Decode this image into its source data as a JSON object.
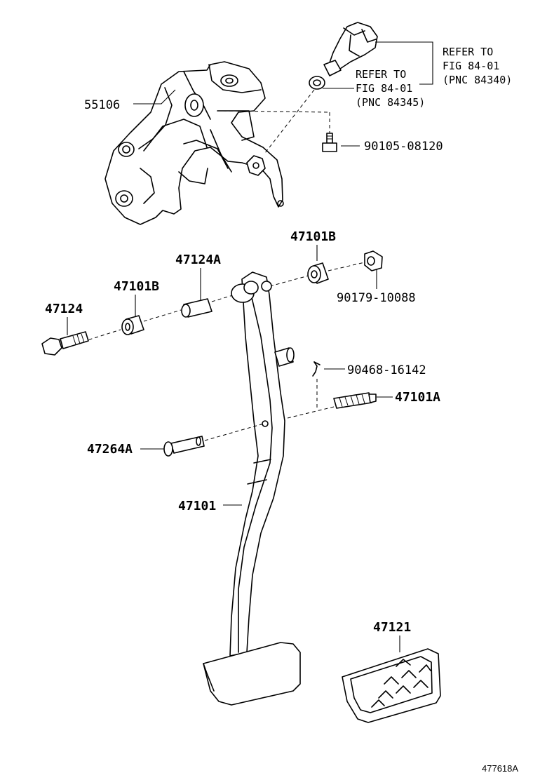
{
  "labels": {
    "bracket": "55106",
    "bolt_bracket": "90105-08120",
    "bushing_right": "47101B",
    "nut": "90179-10088",
    "collar": "47124A",
    "bushing_left": "47101B",
    "bolt_pivot": "47124",
    "clip": "90468-16142",
    "stopper": "47101A",
    "pin": "47264A",
    "pedal_arm": "47101",
    "pedal_pad": "47121"
  },
  "references": {
    "switch_ref_lines": [
      "REFER TO",
      "FIG 84-01",
      "(PNC 84340)"
    ],
    "retainer_ref_lines": [
      "REFER TO",
      "FIG 84-01",
      "(PNC 84345)"
    ]
  },
  "figure_code": "477618A"
}
